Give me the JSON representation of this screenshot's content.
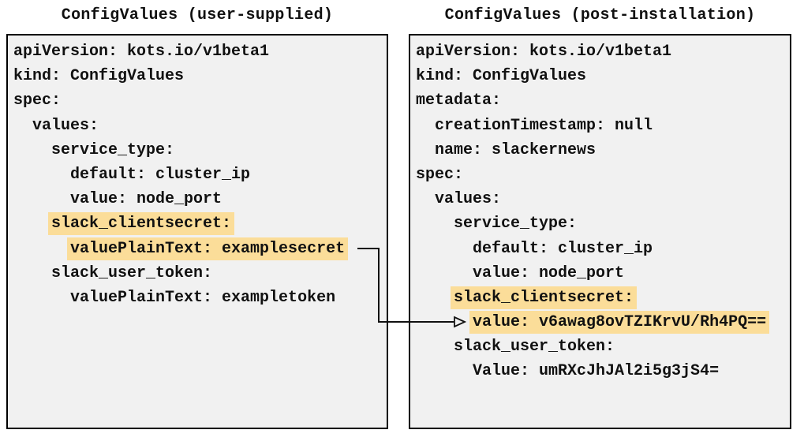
{
  "colors": {
    "highlight": "#fbdd99",
    "panel_bg": "#f1f1f1",
    "panel_border": "#000000",
    "text_color": "#111111"
  },
  "panels": {
    "left": {
      "title": "ConfigValues (user-supplied)",
      "lines": [
        {
          "pre": "",
          "text": "apiVersion: kots.io/v1beta1",
          "highlighted": false
        },
        {
          "pre": "",
          "text": "kind: ConfigValues",
          "highlighted": false
        },
        {
          "pre": "",
          "text": "spec:",
          "highlighted": false
        },
        {
          "pre": "  ",
          "text": "values:",
          "highlighted": false
        },
        {
          "pre": "    ",
          "text": "service_type:",
          "highlighted": false
        },
        {
          "pre": "      ",
          "text": "default: cluster_ip",
          "highlighted": false
        },
        {
          "pre": "      ",
          "text": "value: node_port",
          "highlighted": false
        },
        {
          "pre": "    ",
          "text": "slack_clientsecret:",
          "highlighted": true
        },
        {
          "pre": "      ",
          "text": "valuePlainText: examplesecret",
          "highlighted": true
        },
        {
          "pre": "    ",
          "text": "slack_user_token:",
          "highlighted": false
        },
        {
          "pre": "      ",
          "text": "valuePlainText: exampletoken",
          "highlighted": false
        }
      ]
    },
    "right": {
      "title": "ConfigValues (post-installation)",
      "lines": [
        {
          "pre": "",
          "text": "apiVersion: kots.io/v1beta1",
          "highlighted": false
        },
        {
          "pre": "",
          "text": "kind: ConfigValues",
          "highlighted": false
        },
        {
          "pre": "",
          "text": "metadata:",
          "highlighted": false
        },
        {
          "pre": "  ",
          "text": "creationTimestamp: null",
          "highlighted": false
        },
        {
          "pre": "  ",
          "text": "name: slackernews",
          "highlighted": false
        },
        {
          "pre": "",
          "text": "spec:",
          "highlighted": false
        },
        {
          "pre": "  ",
          "text": "values:",
          "highlighted": false
        },
        {
          "pre": "    ",
          "text": "service_type:",
          "highlighted": false
        },
        {
          "pre": "      ",
          "text": "default: cluster_ip",
          "highlighted": false
        },
        {
          "pre": "      ",
          "text": "value: node_port",
          "highlighted": false
        },
        {
          "pre": "    ",
          "text": "slack_clientsecret:",
          "highlighted": true
        },
        {
          "pre": "      ",
          "text": "value: v6awag8ovTZIKrvU/Rh4PQ==",
          "highlighted": true
        },
        {
          "pre": "    ",
          "text": "slack_user_token:",
          "highlighted": false
        },
        {
          "pre": "      ",
          "text": "Value: umRXcJhJAl2i5g3jS4=",
          "highlighted": false
        }
      ]
    }
  },
  "arrow": {
    "from": "valuePlainText: examplesecret",
    "to": "value: v6awag8ovTZIKrvU/Rh4PQ=="
  }
}
